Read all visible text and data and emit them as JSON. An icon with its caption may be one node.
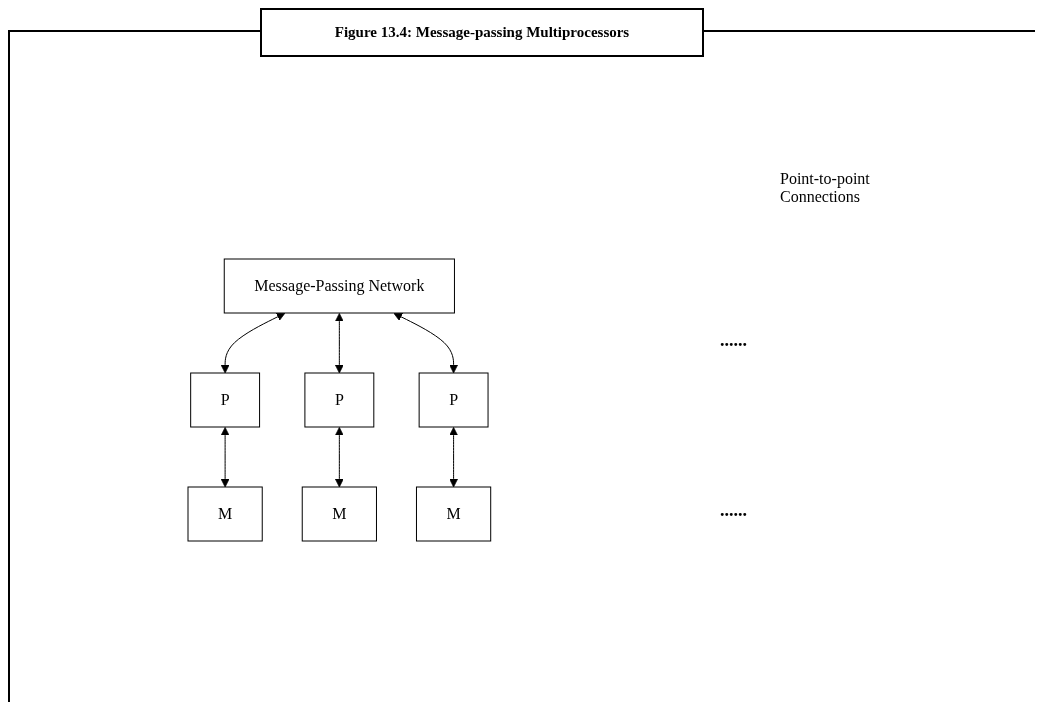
{
  "diagram": {
    "title": "Figure 13.4: Message-passing Multiprocessors",
    "nodes": [
      {
        "text": [
          "Message-Passing Network"
        ]
      },
      {
        "text": [
          "P"
        ]
      },
      {
        "text": [
          "P"
        ]
      },
      {
        "text": [
          "P"
        ]
      },
      {
        "text": [
          "M"
        ]
      },
      {
        "text": [
          "M"
        ]
      },
      {
        "text": [
          "M"
        ]
      }
    ],
    "edges": [
      {
        "from": 0,
        "to": 1,
        "arrow": "both"
      },
      {
        "from": 0,
        "to": 2,
        "arrow": "both"
      },
      {
        "from": 0,
        "to": 3,
        "arrow": "both"
      },
      {
        "from": 1,
        "to": 4,
        "arrow": "both"
      },
      {
        "from": 2,
        "to": 5,
        "arrow": "both"
      },
      {
        "from": 3,
        "to": 6,
        "arrow": "both"
      }
    ],
    "labels": [
      "Point-to-point Connections",
      "......",
      "......"
    ]
  }
}
